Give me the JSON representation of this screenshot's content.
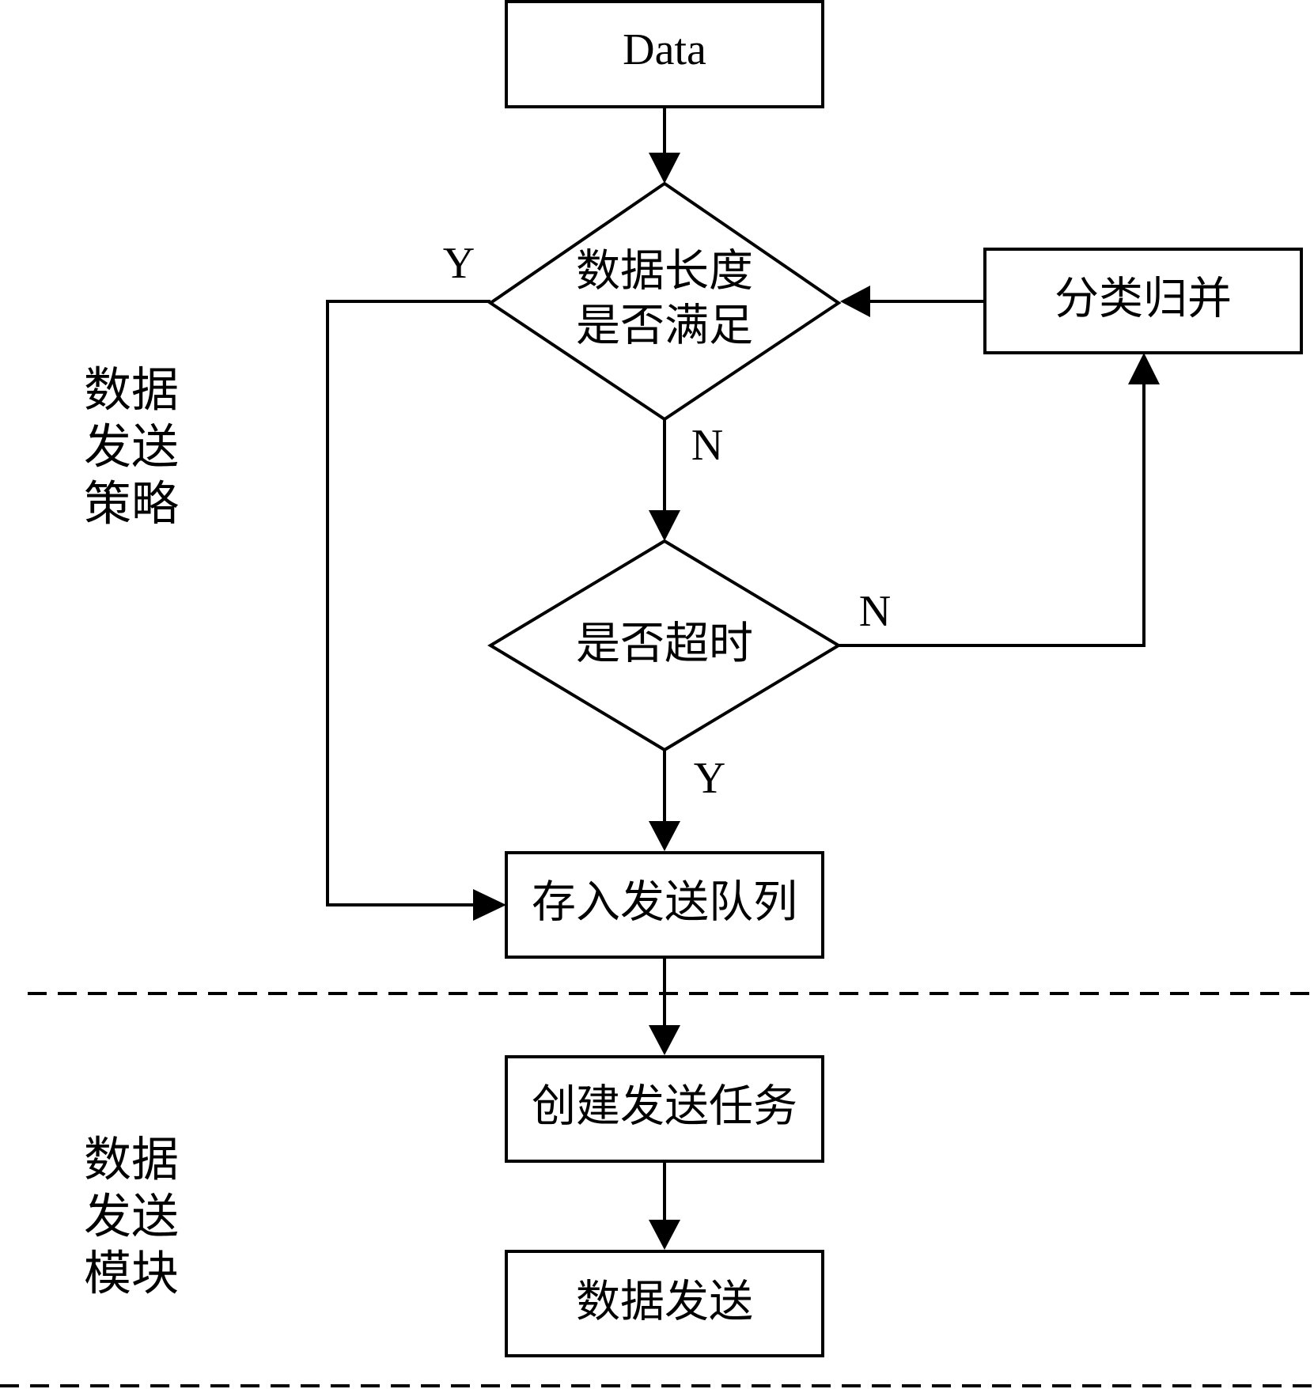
{
  "nodes": {
    "data_input": "Data",
    "length_check_line1": "数据长度",
    "length_check_line2": "是否满足",
    "classify_merge": "分类归并",
    "timeout_check": "是否超时",
    "enqueue": "存入发送队列",
    "create_task": "创建发送任务",
    "send_data": "数据发送"
  },
  "edge_labels": {
    "length_yes": "Y",
    "length_no": "N",
    "timeout_no": "N",
    "timeout_yes": "Y"
  },
  "sections": {
    "strategy": [
      "数据",
      "发送",
      "策略"
    ],
    "module": [
      "数据",
      "发送",
      "模块"
    ]
  },
  "colors": {
    "stroke": "#000000",
    "background": "#ffffff"
  }
}
